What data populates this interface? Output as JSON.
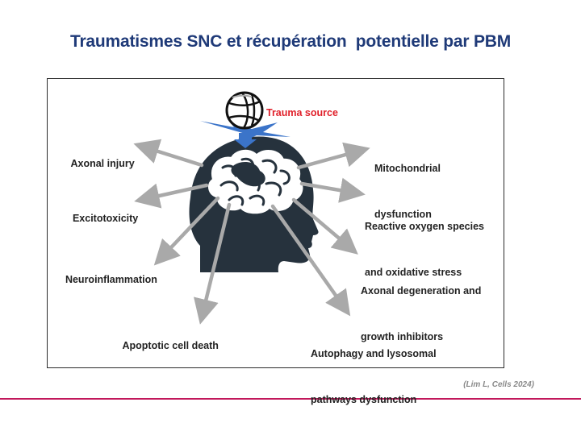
{
  "title": "Traumatismes SNC et récupération  potentielle par PBM",
  "trauma_source": "Trauma source",
  "effects": [
    {
      "key": "axonal-injury",
      "lines": [
        "Axonal injury"
      ]
    },
    {
      "key": "excitotoxicity",
      "lines": [
        "Excitotoxicity"
      ]
    },
    {
      "key": "neuroinflammation",
      "lines": [
        "Neuroinflammation"
      ]
    },
    {
      "key": "apoptotic-cell-death",
      "lines": [
        "Apoptotic cell death"
      ]
    },
    {
      "key": "mitochondrial-dysfunction",
      "lines": [
        "Mitochondrial",
        "dysfunction"
      ]
    },
    {
      "key": "reactive-oxygen-species",
      "lines": [
        "Reactive oxygen species",
        "and oxidative stress"
      ]
    },
    {
      "key": "axonal-degeneration",
      "lines": [
        "Axonal degeneration and",
        "growth inhibitors"
      ]
    },
    {
      "key": "autophagy-lysosomal",
      "lines": [
        "Autophagy and lysosomal",
        "pathways dysfunction"
      ]
    }
  ],
  "citation": "(Lim L, Cells 2024)",
  "colors": {
    "title": "#1f3a78",
    "trauma": "#e0202a",
    "head": "#26323d",
    "arrow": "#a9a9a9",
    "impact": "#3b74c9",
    "rule": "#c2185b"
  },
  "icons": [
    "head-silhouette-icon",
    "brain-icon",
    "ball-icon",
    "impact-flash-icon"
  ]
}
